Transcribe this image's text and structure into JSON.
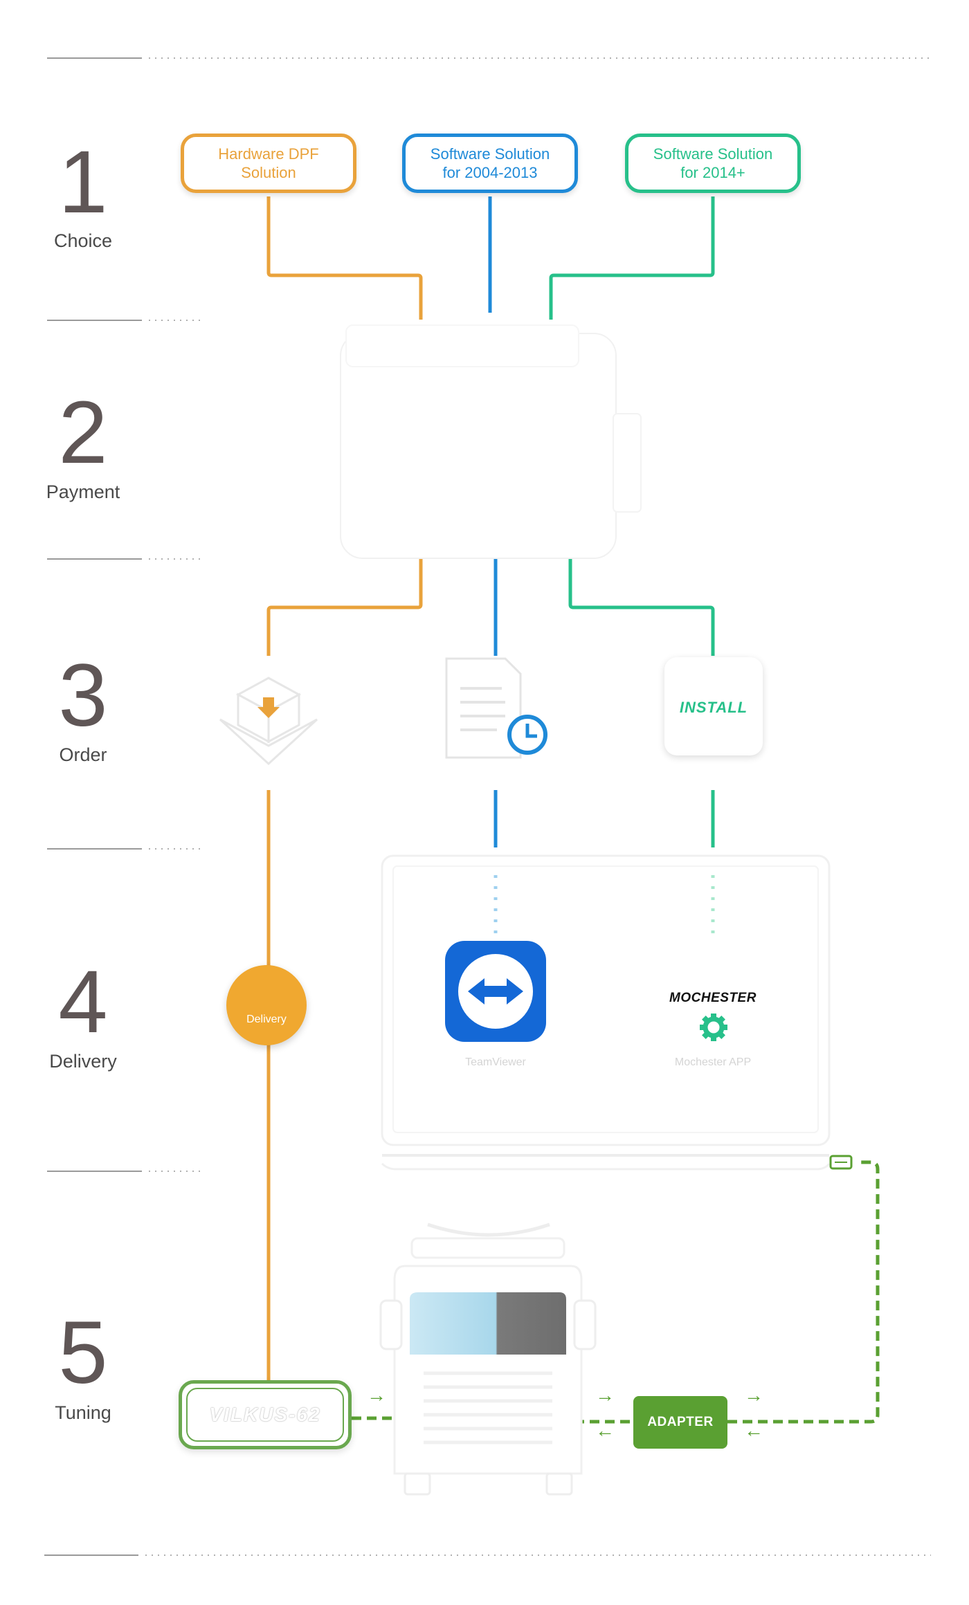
{
  "steps": [
    {
      "num": "1",
      "label": "Choice"
    },
    {
      "num": "2",
      "label": "Payment"
    },
    {
      "num": "3",
      "label": "Order"
    },
    {
      "num": "4",
      "label": "Delivery"
    },
    {
      "num": "5",
      "label": "Tuning"
    }
  ],
  "choices": [
    {
      "label": "Hardware DPF\nSolution",
      "color": "#e9a23b"
    },
    {
      "label": "Software Solution\nfor 2004-2013",
      "color": "#1f8ad8"
    },
    {
      "label": "Software Solution\nfor 2014+",
      "color": "#27c08a"
    }
  ],
  "order": {
    "install_label": "INSTALL"
  },
  "delivery": {
    "badge_label": "Delivery",
    "teamviewer_label": "TeamViewer",
    "mochester_logo": "MOCHESTER",
    "mochester_label": "Mochester APP"
  },
  "tuning": {
    "device_label": "VILKUS-62",
    "adapter_label": "ADAPTER",
    "arrow_right": "→",
    "arrow_left": "←"
  },
  "colors": {
    "orange": "#e9a23b",
    "blue": "#1f8ad8",
    "green": "#27c08a",
    "adapter_green": "#5aa032"
  }
}
